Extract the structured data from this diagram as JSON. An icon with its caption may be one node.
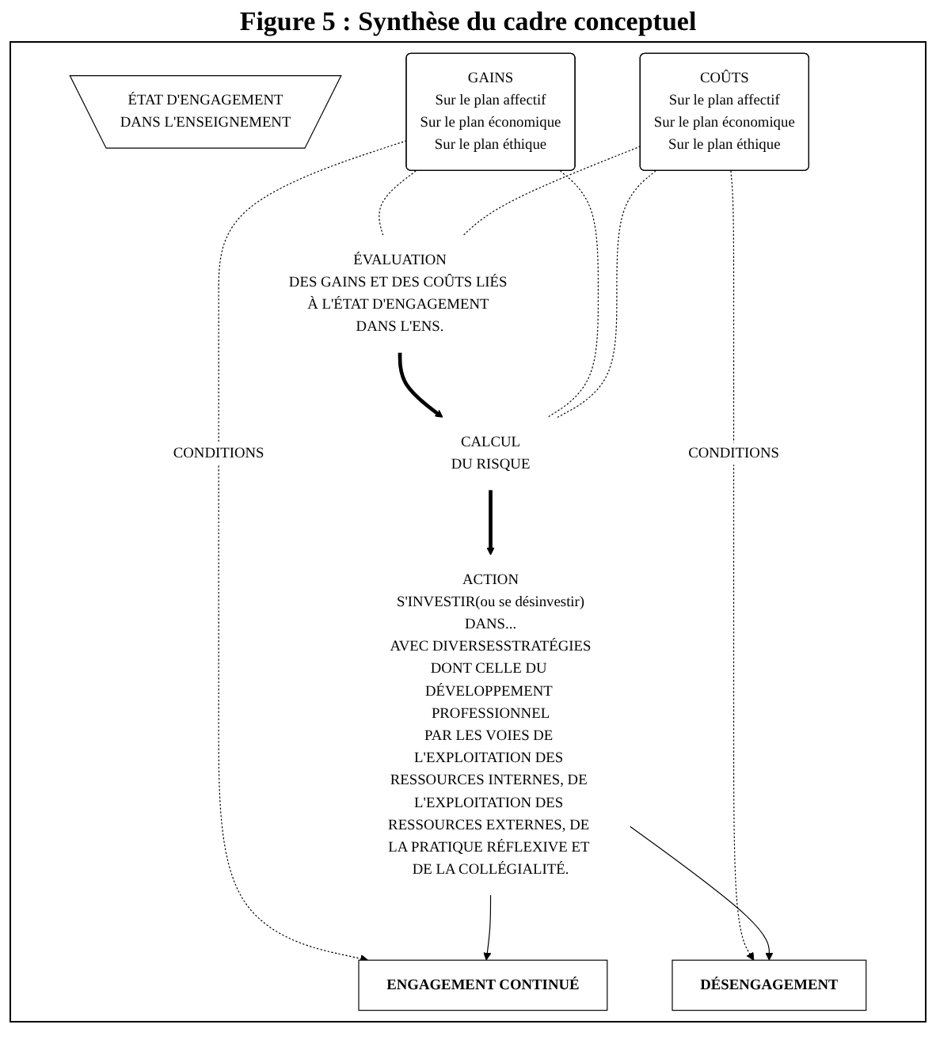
{
  "diagram": {
    "title": "Figure 5 : Synthèse du cadre conceptuel",
    "nodes": [
      {
        "text": [
          "ÉTAT D'ENGAGEMENT",
          "DANS L'ENSEIGNEMENT"
        ]
      },
      {
        "text": [
          "GAINS",
          "Sur le plan affectif",
          "Sur le plan économique",
          "Sur le plan éthique"
        ]
      },
      {
        "text": [
          "ÉVALUATION",
          "DES GAINS ET DES COÛTS LIÉS À L'ÉTAT D'ENGAGEMENT DANS L'ENS."
        ]
      },
      {
        "text": [
          "COÛTS",
          "Sur le plan affectif",
          "Sur le plan économique",
          "Sur le plan éthique"
        ]
      },
      {
        "text": [
          "CALCUL",
          "DU RISQUE"
        ]
      },
      {
        "text": [
          "ACTION",
          "S'INVESTIR(ou se désinvestir)",
          "DANS...",
          "AVEC DIVERSESSTRATÉGIES",
          "DONT CELLE DU DÉVELOPPEMENT PROFESSIONNEL",
          "PAR LES VOIES DE L'EXPLOITATION DES RESSOURCES INTERNES, DE L'EXPLOITATION DES RESSOURCES EXTERNES, DE LA PRATIQUE RÉFLEXIVE ET DE LA COLLÉGIALITÉ."
        ]
      },
      {
        "text": [
          "ENGAGEMENT CONTINUÉ"
        ]
      },
      {
        "text": [
          "DÉSENGAGEMENT"
        ]
      }
    ],
    "edges": [
      {
        "from": 2,
        "to": 4,
        "arrow": "to",
        "style": "thick"
      },
      {
        "from": 4,
        "to": 5,
        "arrow": "to",
        "style": "thick"
      },
      {
        "from": 1,
        "to": 2,
        "arrow": "none",
        "style": "dashed"
      },
      {
        "from": 1,
        "to": 4,
        "arrow": "none",
        "style": "dashed"
      },
      {
        "from": 3,
        "to": 2,
        "arrow": "none",
        "style": "dashed"
      },
      {
        "from": 3,
        "to": 4,
        "arrow": "none",
        "style": "dashed"
      },
      {
        "from": 1,
        "to": 6,
        "arrow": "to",
        "style": "dashed",
        "label": "CONDITIONS"
      },
      {
        "from": 3,
        "to": 7,
        "arrow": "to",
        "style": "dashed",
        "label": "CONDITIONS"
      },
      {
        "from": 5,
        "to": 6,
        "arrow": "to"
      },
      {
        "from": 5,
        "to": 7,
        "arrow": "to"
      }
    ]
  }
}
